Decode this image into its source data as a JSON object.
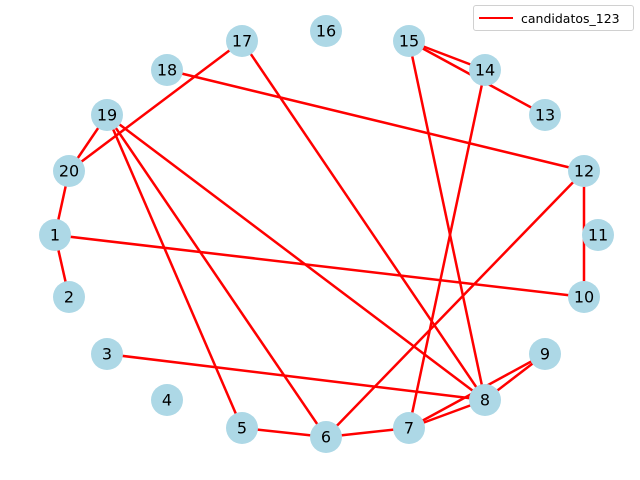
{
  "colors": {
    "edge": "#ff0000",
    "node": "#add8e6",
    "label": "#000000"
  },
  "legend": {
    "label": "candidatos_123"
  },
  "nodes": [
    "1",
    "2",
    "3",
    "4",
    "5",
    "6",
    "7",
    "8",
    "9",
    "10",
    "11",
    "12",
    "13",
    "14",
    "15",
    "16",
    "17",
    "18",
    "19",
    "20"
  ],
  "edges": [
    [
      "1",
      "2"
    ],
    [
      "1",
      "20"
    ],
    [
      "1",
      "10"
    ],
    [
      "20",
      "19"
    ],
    [
      "20",
      "17"
    ],
    [
      "19",
      "5"
    ],
    [
      "19",
      "6"
    ],
    [
      "19",
      "8"
    ],
    [
      "17",
      "8"
    ],
    [
      "18",
      "12"
    ],
    [
      "12",
      "10"
    ],
    [
      "12",
      "6"
    ],
    [
      "15",
      "14"
    ],
    [
      "15",
      "13"
    ],
    [
      "15",
      "8"
    ],
    [
      "14",
      "7"
    ],
    [
      "3",
      "8"
    ],
    [
      "8",
      "9"
    ],
    [
      "7",
      "8"
    ],
    [
      "9",
      "7"
    ],
    [
      "5",
      "6"
    ],
    [
      "6",
      "7"
    ]
  ]
}
